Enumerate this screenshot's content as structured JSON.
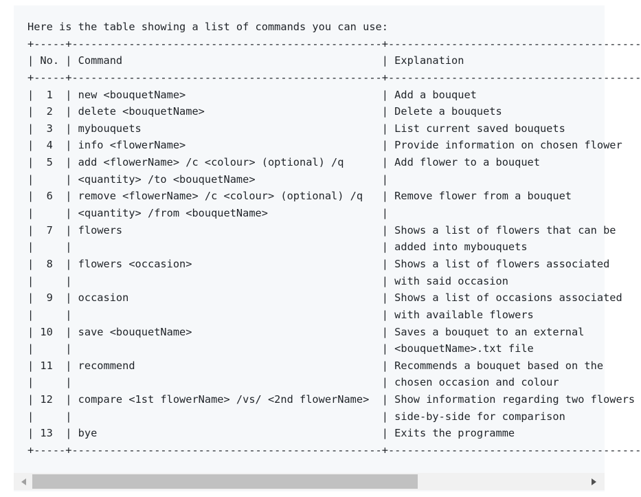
{
  "code_block": {
    "lines": [
      "Here is the table showing a list of commands you can use:",
      "+-----+-------------------------------------------------+----------------------------------------",
      "| No. | Command                                         | Explanation",
      "+-----+-------------------------------------------------+----------------------------------------",
      "|  1  | new <bouquetName>                               | Add a bouquet",
      "|  2  | delete <bouquetName>                            | Delete a bouquets",
      "|  3  | mybouquets                                      | List current saved bouquets",
      "|  4  | info <flowerName>                               | Provide information on chosen flower",
      "|  5  | add <flowerName> /c <colour> (optional) /q      | Add flower to a bouquet",
      "|     | <quantity> /to <bouquetName>                    |",
      "|  6  | remove <flowerName> /c <colour> (optional) /q   | Remove flower from a bouquet",
      "|     | <quantity> /from <bouquetName>                  |",
      "|  7  | flowers                                         | Shows a list of flowers that can be",
      "|     |                                                 | added into mybouquets",
      "|  8  | flowers <occasion>                              | Shows a list of flowers associated",
      "|     |                                                 | with said occasion",
      "|  9  | occasion                                        | Shows a list of occasions associated",
      "|     |                                                 | with available flowers",
      "| 10  | save <bouquetName>                              | Saves a bouquet to an external",
      "|     |                                                 | <bouquetName>.txt file",
      "| 11  | recommend                                       | Recommends a bouquet based on the",
      "|     |                                                 | chosen occasion and colour",
      "| 12  | compare <1st flowerName> /vs/ <2nd flowerName>  | Show information regarding two flowers",
      "|     |                                                 | side-by-side for comparison",
      "| 13  | bye                                             | Exits the programme",
      "+-----+-------------------------------------------------+----------------------------------------"
    ]
  },
  "scrollbar": {
    "left_arrow": "◀",
    "right_arrow": "▶",
    "scroll_position": 0
  },
  "colors": {
    "panel_background": "#f6f8fa",
    "text": "#1f2328",
    "scrollbar_track": "#f1f1f1",
    "scrollbar_thumb": "#c1c1c1",
    "scrollbar_arrow": "#a0a0a0"
  }
}
